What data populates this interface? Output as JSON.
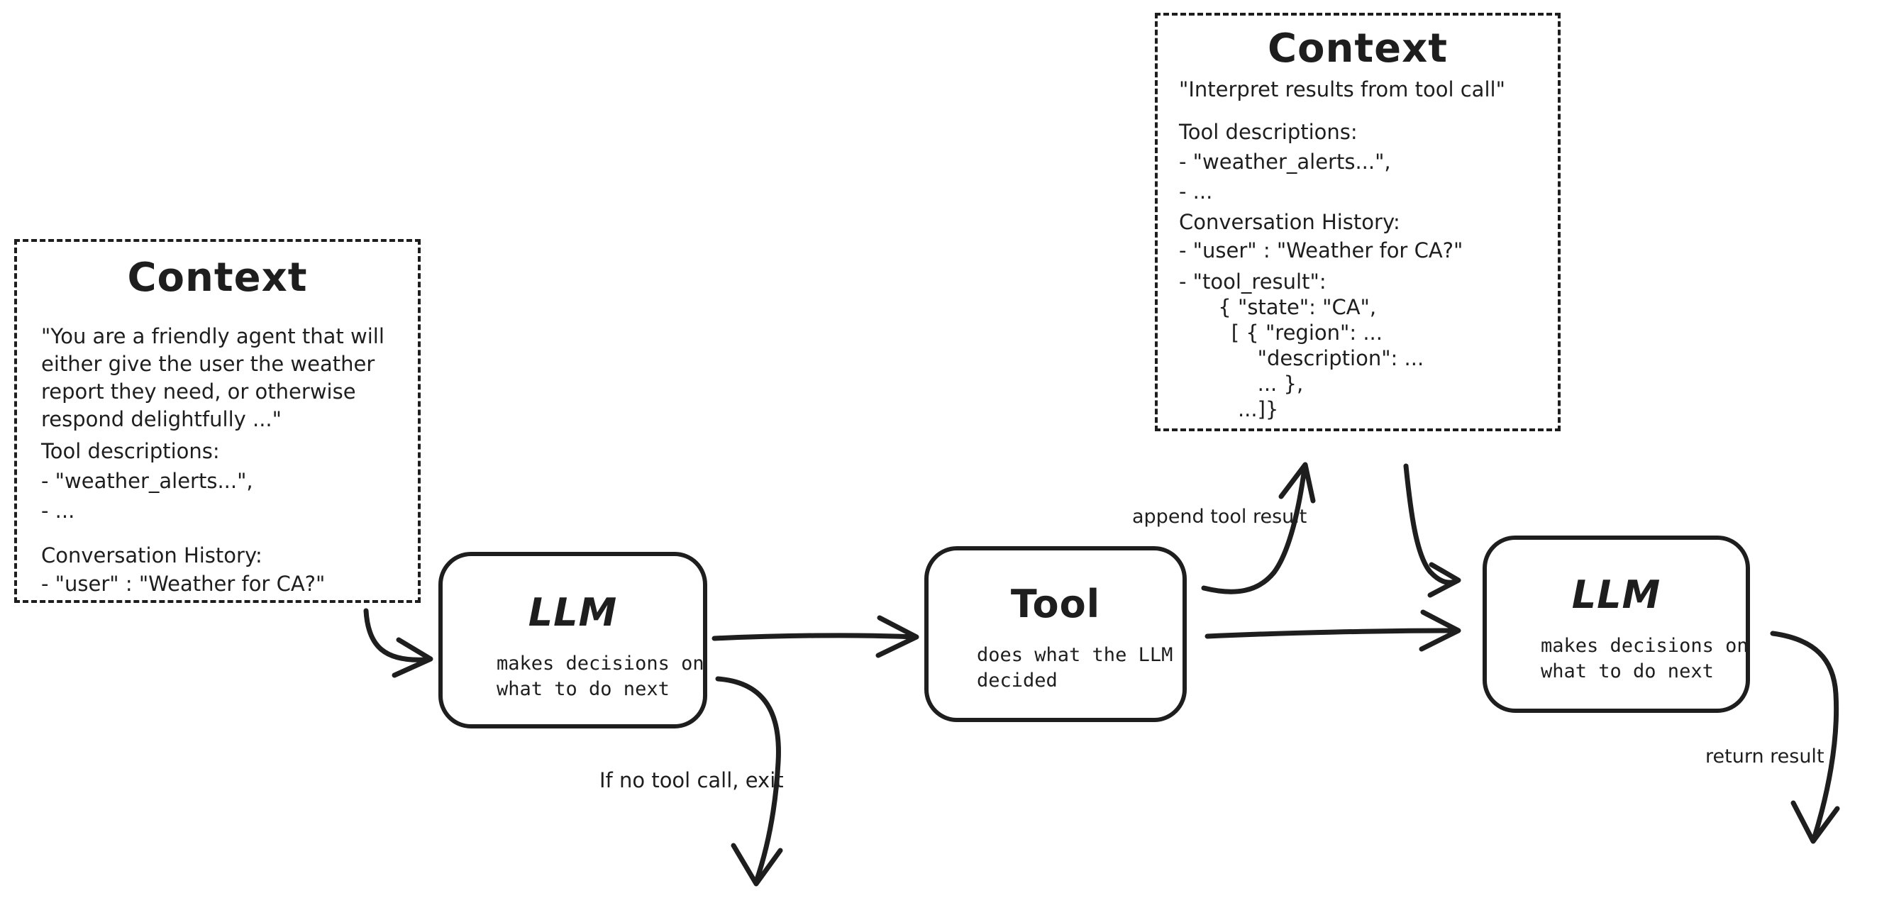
{
  "diagram": {
    "colors": {
      "stroke": "#1e1e1e",
      "background": "#ffffff"
    },
    "context_left": {
      "title": "Context",
      "system_prompt": "\"You are a friendly agent that will\neither give the user the weather\nreport they need, or otherwise\nrespond delightfully ...\"",
      "tool_descriptions": "Tool descriptions:\n- \"weather_alerts...\",\n- ...",
      "conversation_history": "Conversation History:\n- \"user\" : \"Weather for CA?\""
    },
    "context_top": {
      "title": "Context",
      "system_prompt": "\"Interpret results from tool call\"",
      "tool_descriptions": "Tool descriptions:\n- \"weather_alerts...\",\n- ...",
      "conversation_history": "Conversation History:\n- \"user\" : \"Weather for CA?\"",
      "tool_result": "- \"tool_result\":\n      { \"state\": \"CA\",\n        [ { \"region\": ...\n            \"description\": ...\n            ... },\n         ...]}"
    },
    "llm_first": {
      "title": "LLM",
      "subtitle": "makes decisions on\nwhat to do next"
    },
    "tool": {
      "title": "Tool",
      "subtitle": "does what the LLM\ndecided"
    },
    "llm_second": {
      "title": "LLM",
      "subtitle": "makes decisions on\nwhat to do next"
    },
    "labels": {
      "append_tool_result": "append tool result",
      "no_tool_call_exit": "If no tool call, exit",
      "return_result": "return result"
    }
  }
}
